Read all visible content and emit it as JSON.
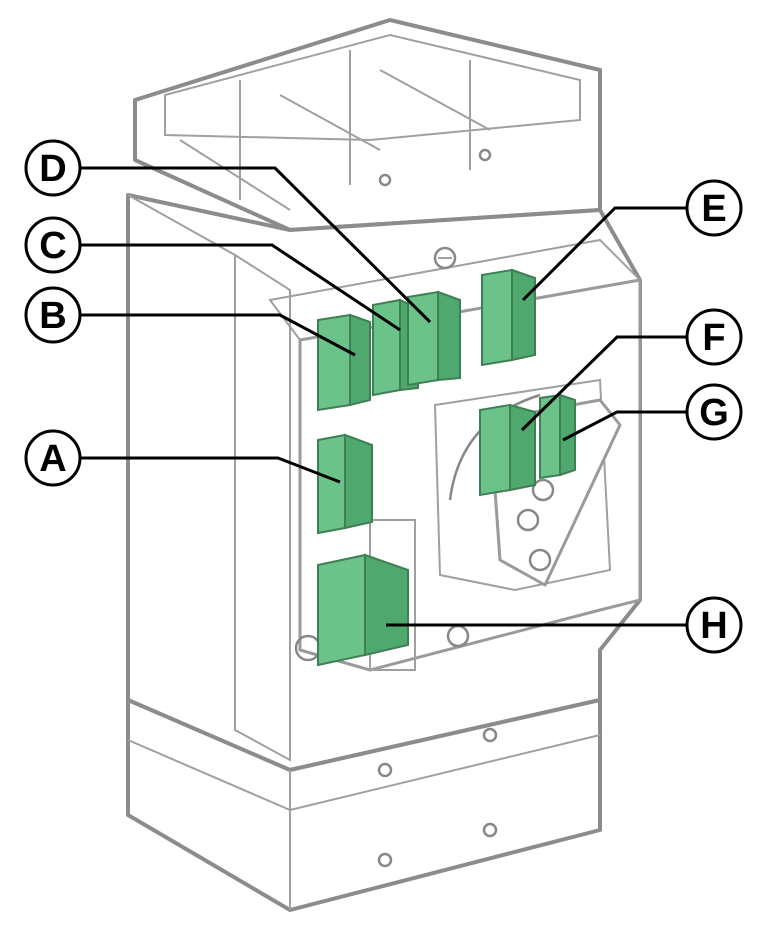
{
  "figure": {
    "callouts": [
      {
        "id": "D",
        "label": "D"
      },
      {
        "id": "C",
        "label": "C"
      },
      {
        "id": "B",
        "label": "B"
      },
      {
        "id": "A",
        "label": "A"
      },
      {
        "id": "E",
        "label": "E"
      },
      {
        "id": "F",
        "label": "F"
      },
      {
        "id": "G",
        "label": "G"
      },
      {
        "id": "H",
        "label": "H"
      }
    ],
    "colors": {
      "accessory": "#6cc38a",
      "outline": "#8c8c8c",
      "leader": "#000000"
    }
  }
}
